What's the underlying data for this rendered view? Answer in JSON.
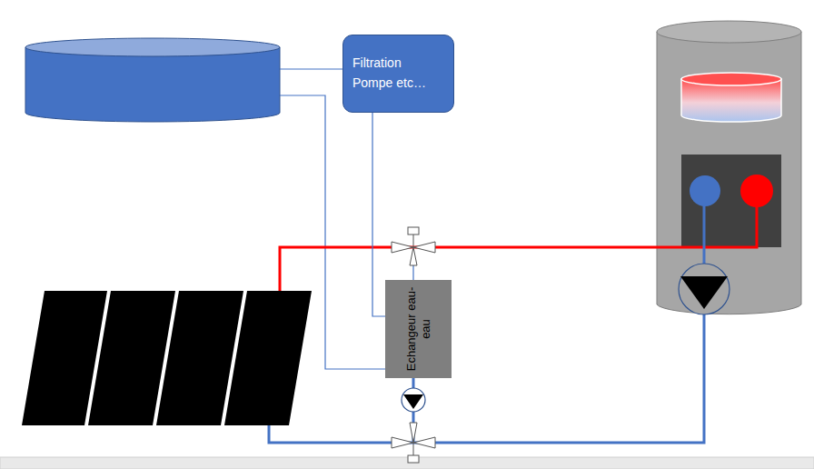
{
  "diagram": {
    "nodes": [
      {
        "text": [
          "Filtration Pompe etc…"
        ]
      },
      {
        "text": [
          "Echangeur eau-eau"
        ]
      }
    ],
    "edges": [
      {
        "from": 0,
        "to": 1,
        "arrow": "none"
      }
    ]
  }
}
